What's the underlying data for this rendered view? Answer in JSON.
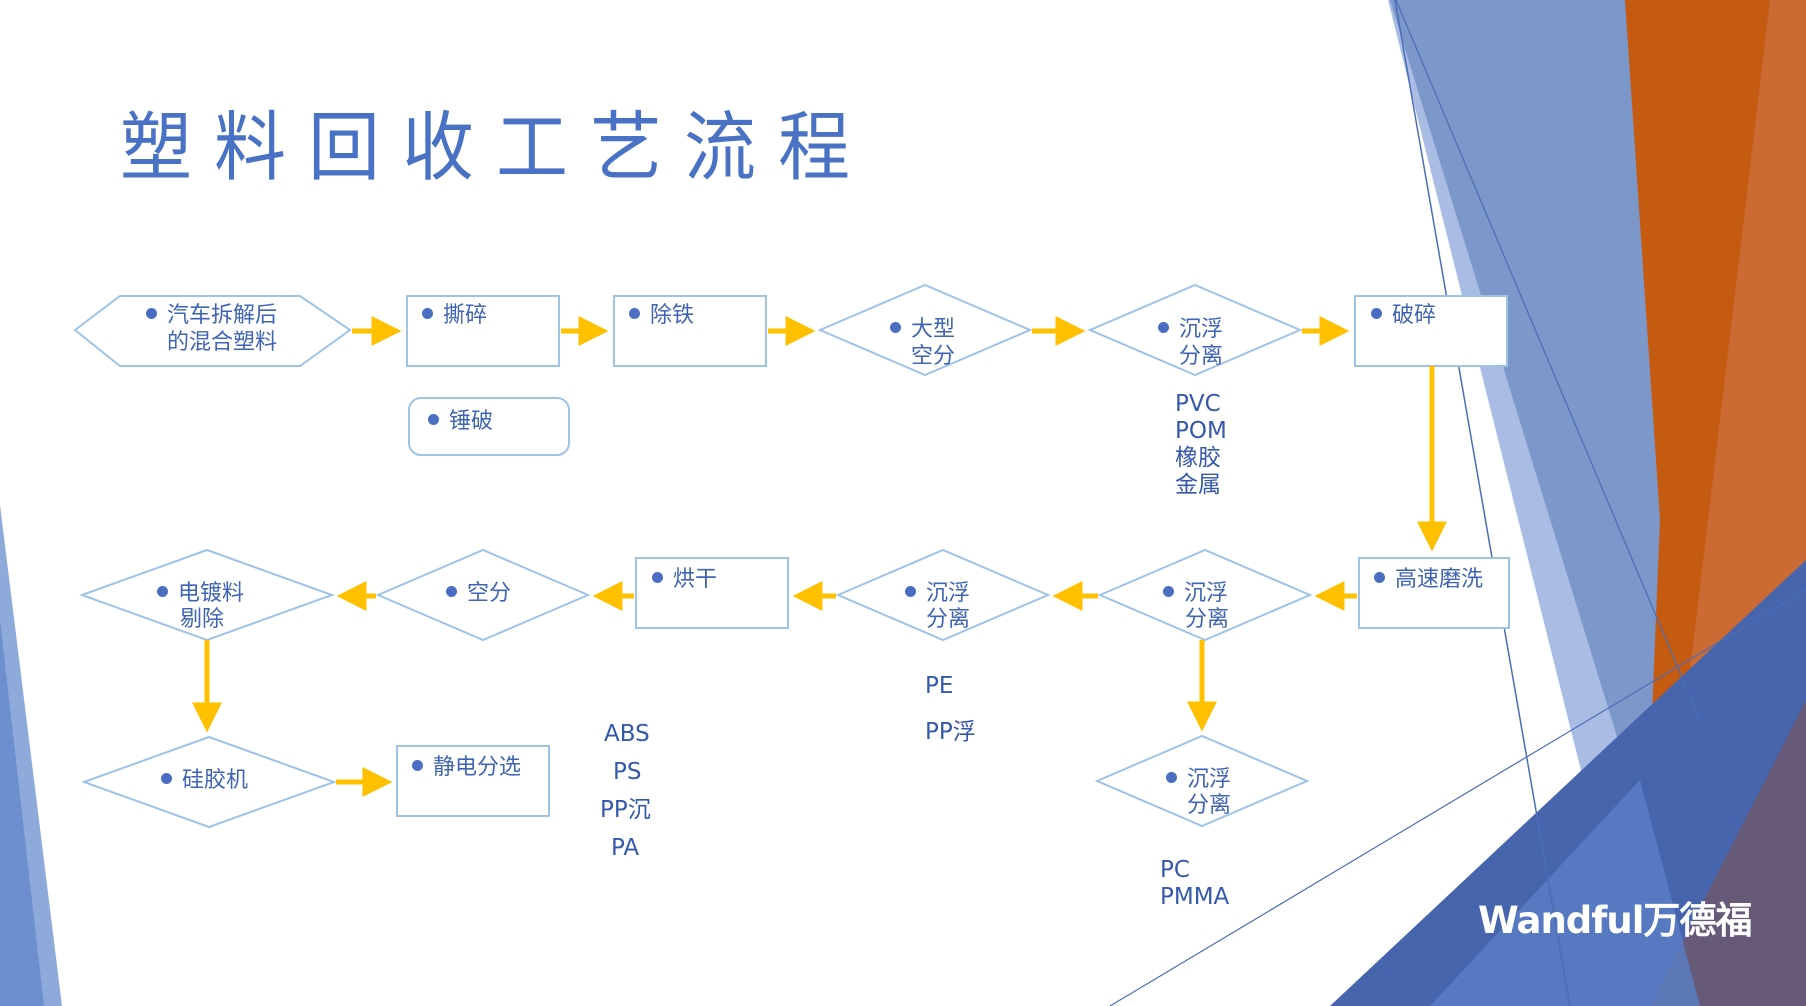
{
  "slide": {
    "title": "塑料回收工艺流程",
    "brand": {
      "latin": "Wandful",
      "cjk": "万德福"
    }
  },
  "colors": {
    "node_border": "#9ec3e6",
    "arrow": "#ffc000",
    "text": "#3f63b5",
    "deco_blue": "#4a6db5",
    "deco_orange": "#c55a11"
  },
  "nodes": {
    "n1": {
      "line1": "汽车拆解后",
      "line2": "的混合塑料"
    },
    "n2": {
      "line1": "撕碎"
    },
    "n3": {
      "line1": "锤破"
    },
    "n4": {
      "line1": "除铁"
    },
    "n5": {
      "line1": "大型",
      "line2": "空分"
    },
    "n6": {
      "line1": "沉浮",
      "line2": "分离"
    },
    "n7": {
      "line1": "破碎"
    },
    "n8": {
      "line1": "高速磨洗"
    },
    "n9": {
      "line1": "沉浮",
      "line2": "分离"
    },
    "n10": {
      "line1": "沉浮",
      "line2": "分离"
    },
    "n11": {
      "line1": "烘干"
    },
    "n12": {
      "line1": "空分"
    },
    "n13": {
      "line1": "电镀料",
      "line2": "剔除"
    },
    "n14": {
      "line1": "硅胶机"
    },
    "n15": {
      "line1": "静电分选"
    },
    "n16": {
      "line1": "沉浮",
      "line2": "分离"
    }
  },
  "notes": {
    "n6_out": [
      "PVC",
      "POM",
      "橡胶",
      "金属"
    ],
    "n10_out": [
      "PE",
      "PP浮"
    ],
    "n11_out": [
      "ABS",
      "PS",
      "PP沉",
      "PA"
    ],
    "n16_out": [
      "PC",
      "PMMA"
    ]
  }
}
